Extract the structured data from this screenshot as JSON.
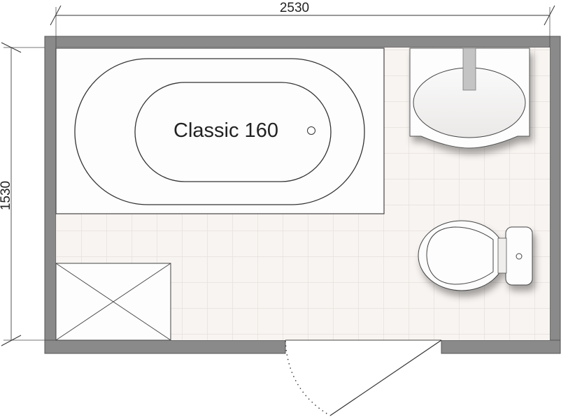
{
  "plan": {
    "width_dimension": "2530",
    "height_dimension": "1530",
    "bathtub_label": "Classic 160"
  },
  "colors": {
    "wall": "#8a8a8a",
    "floor_tile": "#f8f4f1",
    "tile_grid": "#e2dcd8",
    "fixture": "#fdfdfd",
    "outline": "#333333"
  }
}
